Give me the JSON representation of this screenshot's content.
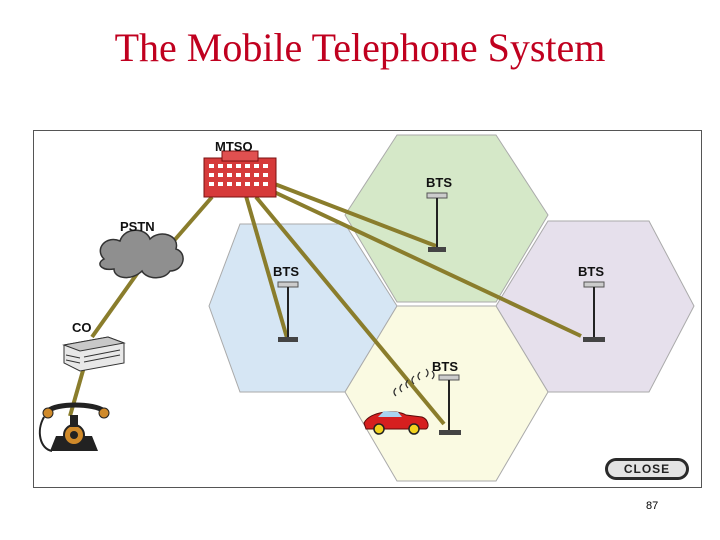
{
  "slide": {
    "title": "The Mobile Telephone System",
    "page_number": "87"
  },
  "diagram": {
    "labels": {
      "mtso": "MTSO",
      "pstn": "PSTN",
      "co": "CO",
      "bts_top": "BTS",
      "bts_left": "BTS",
      "bts_right": "BTS",
      "bts_bottom": "BTS"
    },
    "close_button": "CLOSE",
    "cell_colors": {
      "top": "#d5e8c8",
      "left": "#d6e6f4",
      "right": "#e6e0ec",
      "bottom": "#fafae2"
    },
    "link_color": "#8a7d2c"
  }
}
